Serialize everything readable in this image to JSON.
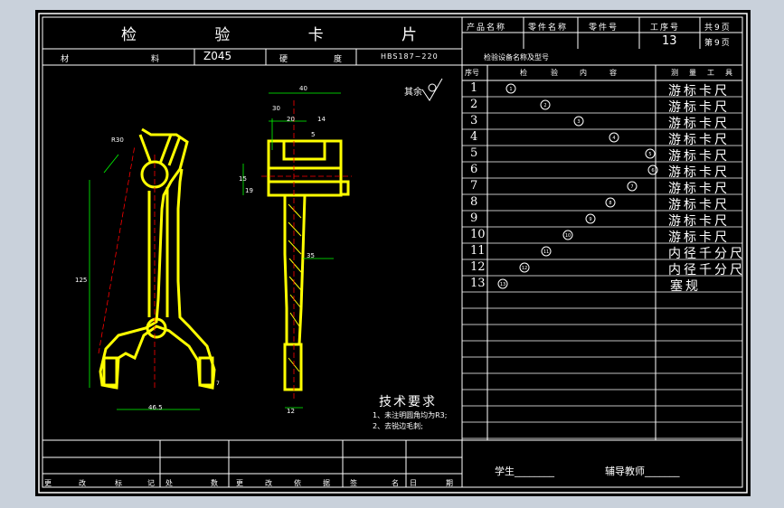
{
  "card": {
    "title_chars": [
      "检",
      "验",
      "卡",
      "片"
    ],
    "header_labels": {
      "product_name": "产品名称",
      "part_name": "零件名称",
      "part_no": "零件号",
      "process_no": "工序号",
      "total_pages": "共9页",
      "page_no": "第9页"
    },
    "process_no_value": "13",
    "material_label_1": "材",
    "material_label_2": "料",
    "material_value": "Z045",
    "hardness_label_1": "硬",
    "hardness_label_2": "度",
    "hardness_value": "HBS187~220",
    "equipment_label": "检验设备名称及型号"
  },
  "table": {
    "headers": [
      "序号",
      "检",
      "验",
      "内",
      "容",
      "测",
      "量",
      "工",
      "具"
    ],
    "rows": [
      {
        "no": "1",
        "tool": "游标卡尺",
        "circle": "1"
      },
      {
        "no": "2",
        "tool": "游标卡尺",
        "circle": "2"
      },
      {
        "no": "3",
        "tool": "游标卡尺",
        "circle": "3"
      },
      {
        "no": "4",
        "tool": "游标卡尺",
        "circle": "4"
      },
      {
        "no": "5",
        "tool": "游标卡尺",
        "circle": "5"
      },
      {
        "no": "6",
        "tool": "游标卡尺",
        "circle": "6"
      },
      {
        "no": "7",
        "tool": "游标卡尺",
        "circle": "7"
      },
      {
        "no": "8",
        "tool": "游标卡尺",
        "circle": "8"
      },
      {
        "no": "9",
        "tool": "游标卡尺",
        "circle": "9"
      },
      {
        "no": "10",
        "tool": "游标卡尺",
        "circle": "10"
      },
      {
        "no": "11",
        "tool": "内径千分尺",
        "circle": "11"
      },
      {
        "no": "12",
        "tool": "内径千分尺",
        "circle": "12"
      },
      {
        "no": "13",
        "tool": "塞规",
        "circle": "13"
      }
    ]
  },
  "drawing": {
    "roughness": "其余",
    "tech_title": "技术要求",
    "tech_items": [
      "1、未注明圆角均为R3;",
      "2、去锐边毛刺;"
    ],
    "dims": [
      "40",
      "30",
      "20",
      "14",
      "5",
      "15",
      "R30",
      "19",
      "125",
      "46.5",
      "35",
      "7",
      "12"
    ]
  },
  "footer": {
    "labels_left": [
      "更",
      "改",
      "标",
      "记",
      "处",
      "数"
    ],
    "labels_right": [
      "更",
      "改",
      "依",
      "据",
      "签",
      "名",
      "日",
      "期"
    ],
    "student": "学生________",
    "teacher": "辅导教师_______"
  },
  "colors": {
    "part": "#ffff00",
    "lines": "#ffffff",
    "dim": "#00ff00",
    "mark": "#ff0000"
  }
}
